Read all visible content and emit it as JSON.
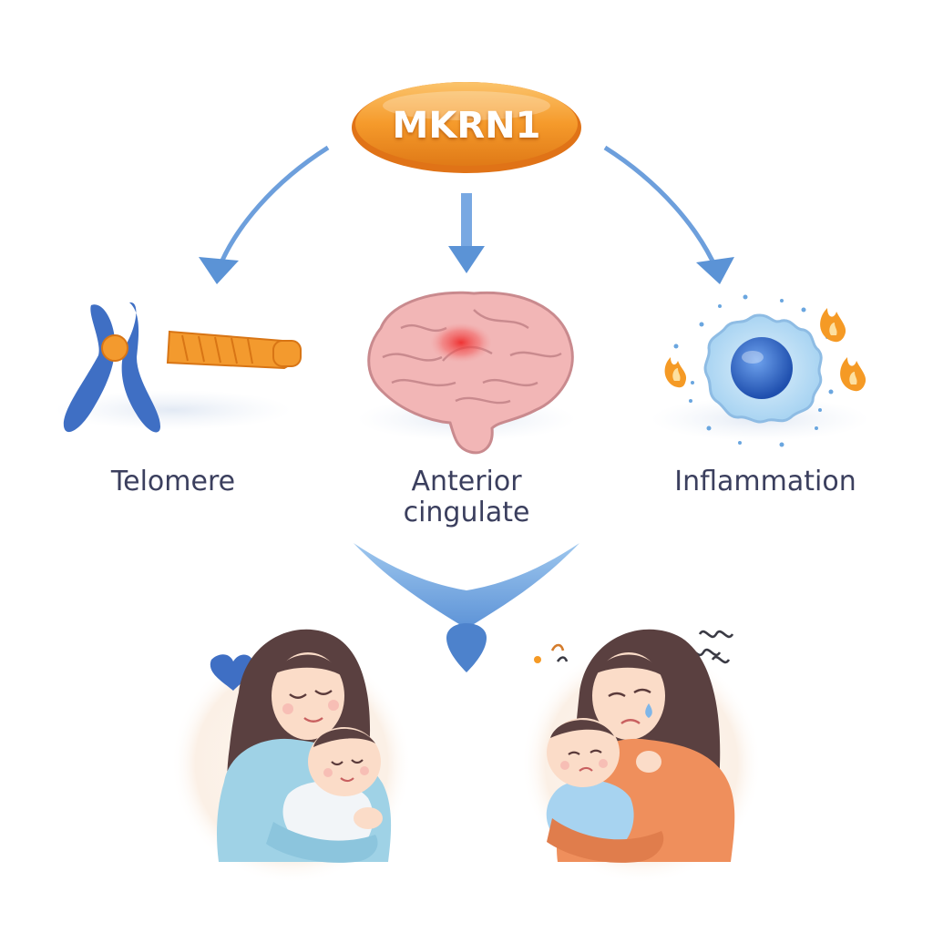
{
  "diagram": {
    "center_node": "MKRN1",
    "branches": [
      {
        "label": "Telomere",
        "icon": "chromosome-telomere-icon"
      },
      {
        "label": "Anterior cingulate",
        "icon": "brain-icon"
      },
      {
        "label": "Inflammation",
        "icon": "immune-cell-inflammation-icon"
      }
    ],
    "outcomes": [
      {
        "icon": "mother-holding-baby-calm-icon"
      },
      {
        "icon": "mother-holding-baby-distressed-icon"
      }
    ]
  },
  "colors": {
    "node_orange": "#f5992b",
    "arrow_blue": "#5b93d6",
    "label_text": "#3b3f5e",
    "chromosome_blue": "#3f6fc4",
    "telomere_orange": "#f39a2e",
    "brain_pink": "#f2b3b3",
    "brain_highlight": "#ee3b3b",
    "cell_blue": "#2f6fc7",
    "flame_orange": "#f59a25"
  }
}
